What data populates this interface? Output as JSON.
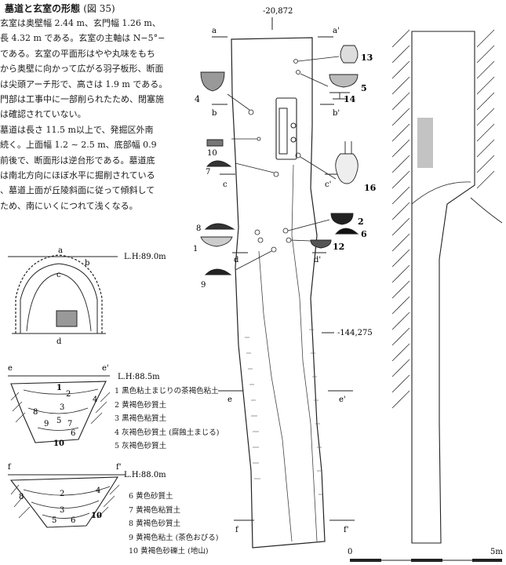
{
  "heading": {
    "title": "墓道と玄室の形態",
    "figref": "(図 35)"
  },
  "body_paragraph1": [
    "玄室は奥壁幅 2.44 m、玄門幅 1.26 m、",
    "長 4.32 m である。玄室の主軸は N−5°−",
    "である。玄室の平面形はやや丸味をもち",
    "から奥壁に向かって広がる羽子板形、断面",
    "は尖頭アーチ形で、高さは 1.9 m である。",
    "門部は工事中に一部削られたため、閉塞施",
    "は確認されていない。"
  ],
  "body_paragraph2": [
    "墓道は長さ 11.5 m以上で、発掘区外南",
    "続く。上面幅 1.2 ∼ 2.5 m、底部幅 0.9",
    "前後で、断面形は逆台形である。墓道底",
    "は南北方向にほぼ水平に掘削されている",
    "、墓道上面が丘陵斜面に従って傾斜して",
    "ため、南にいくにつれて浅くなる。"
  ],
  "coords": {
    "top": "-20,872",
    "mid": "-144,275"
  },
  "section_marks": [
    "a",
    "a'",
    "b",
    "b'",
    "c",
    "c'",
    "d",
    "d'",
    "e",
    "e'",
    "f",
    "f'"
  ],
  "artifact_numbers": [
    "13",
    "5",
    "14",
    "4",
    "10",
    "7",
    "16",
    "2",
    "6",
    "8",
    "1",
    "12",
    "9"
  ],
  "section_a": {
    "level": "L.H:89.0m",
    "marks": [
      "a",
      "b",
      "c",
      "d"
    ]
  },
  "section_e": {
    "level": "L.H:88.5m",
    "marks": [
      "e",
      "e'"
    ],
    "layer_numbers": [
      "1",
      "2",
      "3",
      "4",
      "8",
      "9",
      "5",
      "7",
      "6",
      "10"
    ]
  },
  "section_f": {
    "level": "L.H:88.0m",
    "marks": [
      "f",
      "f'"
    ],
    "layer_numbers": [
      "8",
      "2",
      "4",
      "3",
      "5",
      "6",
      "10"
    ]
  },
  "legend_e": [
    "1 黒色粘土まじりの茶褐色粘土",
    "2 黄褐色砂質土",
    "3 黒褐色粘質土",
    "4 灰褐色砂質土 (腐蝕土まじる)",
    "5 灰褐色砂質土"
  ],
  "legend_f": [
    "6 黄色砂質土",
    "7 黄褐色粘質土",
    "8 黄褐色砂質土",
    "9 黄褐色粘土 (茶色おびる)",
    "10 黄褐色砂礫土 (地山)"
  ],
  "scale": {
    "start": "0",
    "end": "5m"
  }
}
